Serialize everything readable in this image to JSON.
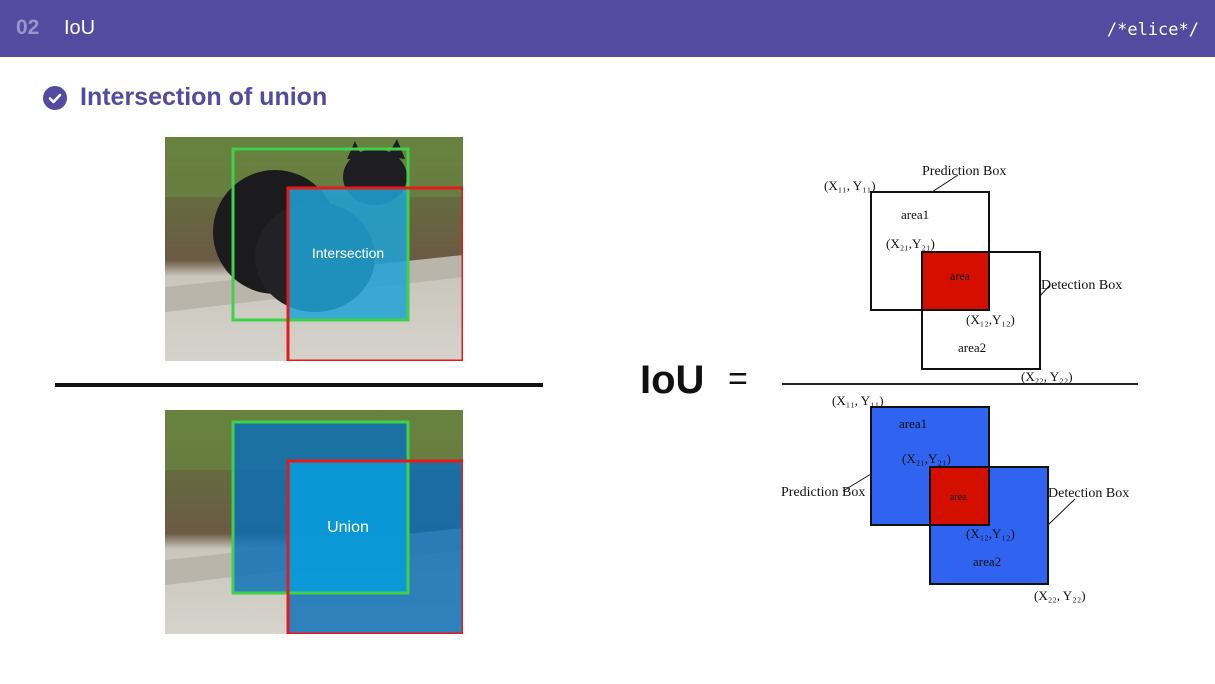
{
  "header": {
    "section_number": "02",
    "section_title": "IoU",
    "logo": "/*elice*/"
  },
  "heading": {
    "text": "Intersection of union",
    "icon": "check-circle-icon"
  },
  "left": {
    "top_image_label": "Intersection",
    "bottom_image_label": "Union"
  },
  "formula": {
    "lhs": "IoU",
    "equals": "="
  },
  "diagram_top": {
    "prediction_box_label": "Prediction Box",
    "detection_box_label": "Detection Box",
    "area1": "area1",
    "area2": "area2",
    "area": "area",
    "coord_x11y11": "(X₁₁, Y₁₁)",
    "coord_x21y21": "(X₂₁,Y₂₁)",
    "coord_x12y12": "(X₁₂,Y₁₂)",
    "coord_x22y22": "(X₂₂, Y₂₂)"
  },
  "diagram_bottom": {
    "prediction_box_label": "Prediction Box",
    "detection_box_label": "Detection Box",
    "area1": "area1",
    "area2": "area2",
    "area": "area",
    "coord_x11y11": "(X₁₁, Y₁₁)",
    "coord_x21y21": "(X₂₁,Y₂₁)",
    "coord_x12y12": "(X₁₂,Y₁₂)",
    "coord_x22y22": "(X₂₂, Y₂₂)"
  },
  "colors": {
    "header_bg": "#524ba0",
    "accent": "#524ba0",
    "green_box": "#3fd14a",
    "red_box": "#e81919",
    "intersection_fill": "#1ea3d6",
    "union_fill": "#0a8fd0",
    "area_red": "#d40f00",
    "blue_box": "#2f63f0"
  }
}
